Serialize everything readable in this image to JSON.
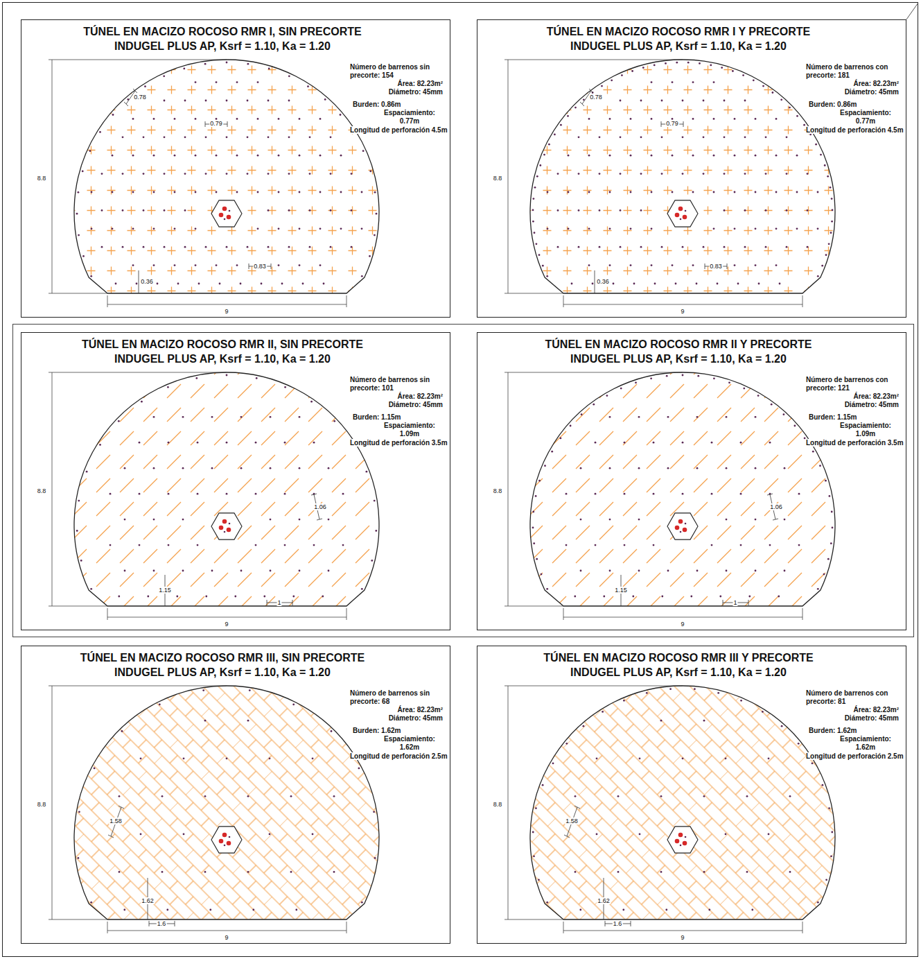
{
  "diagram": {
    "nodes": [
      {
        "text": [
          "TÚNEL EN MACIZO ROCOSO RMR I, SIN PRECORTE",
          "INDUGEL PLUS AP, Ksrf = 1.10, Ka = 1.20",
          "Número de barrenos sin precorte: 154",
          "Área: 82.23m²",
          "Diámetro: 45mm",
          "Burden: 0.86m",
          "Espaciamiento: 0.77m",
          "Longitud de perforación 4.5m"
        ]
      },
      {
        "text": [
          "TÚNEL EN MACIZO ROCOSO RMR I Y PRECORTE",
          "INDUGEL PLUS AP, Ksrf = 1.10, Ka = 1.20",
          "Número de barrenos con precorte: 181",
          "Área: 82.23m²",
          "Diámetro: 45mm",
          "Burden: 0.86m",
          "Espaciamiento: 0.77m",
          "Longitud de perforación 4.5m"
        ]
      },
      {
        "text": [
          "TÚNEL EN MACIZO ROCOSO RMR II, SIN PRECORTE",
          "INDUGEL PLUS AP, Ksrf = 1.10, Ka = 1.20",
          "Número de barrenos sin precorte: 101",
          "Área: 82.23m²",
          "Diámetro: 45mm",
          "Burden: 1.15m",
          "Espaciamiento: 1.09m",
          "Longitud de perforación 3.5m"
        ]
      },
      {
        "text": [
          "TÚNEL EN MACIZO ROCOSO RMR II Y PRECORTE",
          "INDUGEL PLUS AP, Ksrf = 1.10, Ka = 1.20",
          "Número de barrenos con precorte: 121",
          "Área: 82.23m²",
          "Diámetro: 45mm",
          "Burden: 1.15m",
          "Espaciamiento: 1.09m",
          "Longitud de perforación 3.5m"
        ]
      },
      {
        "text": [
          "TÚNEL EN MACIZO ROCOSO RMR III, SIN PRECORTE",
          "INDUGEL PLUS AP, Ksrf = 1.10, Ka = 1.20",
          "Número de barrenos sin precorte: 68",
          "Área: 82.23m²",
          "Diámetro: 45mm",
          "Burden: 1.62m",
          "Espaciamiento: 1.62m",
          "Longitud de perforación 2.5m"
        ]
      },
      {
        "text": [
          "TÚNEL EN MACIZO ROCOSO RMR III Y PRECORTE",
          "INDUGEL PLUS AP, Ksrf = 1.10, Ka = 1.20",
          "Número de barrenos con precorte: 81",
          "Área: 82.23m²",
          "Diámetro: 45mm",
          "Burden: 1.62m",
          "Espaciamiento: 1.62m",
          "Longitud de perforación 2.5m"
        ]
      }
    ],
    "labels": [
      "0.78",
      "0.79",
      "0.83",
      "0.36",
      "8.8",
      "9",
      "0.78",
      "0.79",
      "0.83",
      "0.36",
      "8.8",
      "9",
      "1.06",
      "1.15",
      "1",
      "8.8",
      "9",
      "1.06",
      "1.15",
      "1",
      "8.8",
      "9",
      "1.58",
      "1.62",
      "1.6",
      "8.8",
      "9",
      "1.58",
      "1.62",
      "1.6",
      "8.8",
      "9"
    ]
  }
}
